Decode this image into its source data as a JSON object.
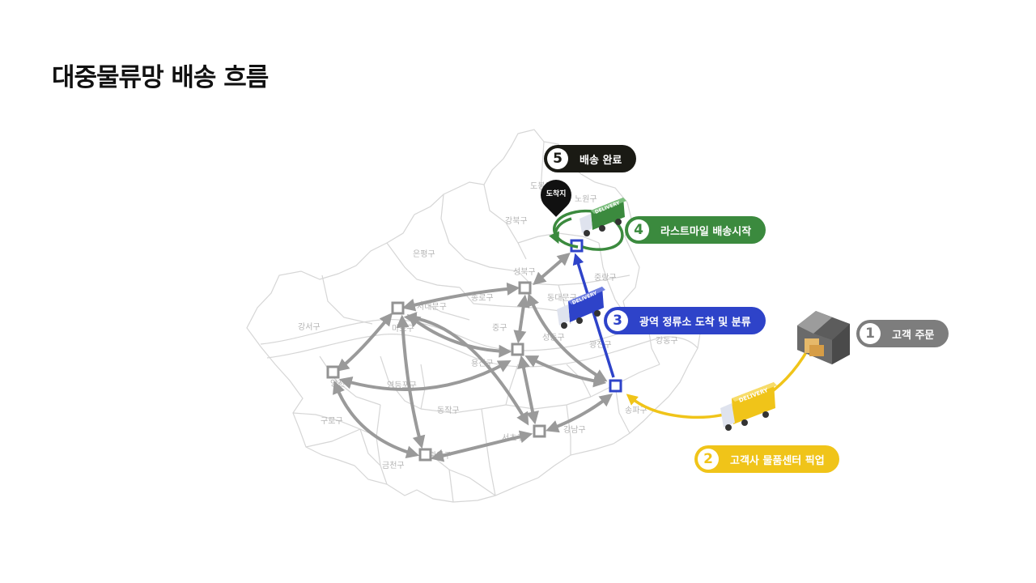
{
  "title": "대중물류망 배송 흐름",
  "colors": {
    "step1": "#7d7d7d",
    "step2": "#f0c419",
    "step3": "#2e43c9",
    "step4": "#3b8a3e",
    "step5": "#1a1a14",
    "network": "#9a9a9a",
    "map_lines": "#d6d6d6"
  },
  "steps": [
    {
      "num": "1",
      "label": "고객 주문"
    },
    {
      "num": "2",
      "label": "고객사 물품센터 픽업"
    },
    {
      "num": "3",
      "label": "광역 정류소 도착 및 분류"
    },
    {
      "num": "4",
      "label": "라스트마일 배송시작"
    },
    {
      "num": "5",
      "label": "배송 완료"
    }
  ],
  "destination_pin": "도착지",
  "truck_text": "DELIVERY",
  "districts": [
    "도봉구",
    "노원구",
    "강북구",
    "은평구",
    "성북구",
    "중랑구",
    "동대문구",
    "종로구",
    "서대문구",
    "마포구",
    "중구",
    "강서구",
    "용산구",
    "성동구",
    "광진구",
    "강동구",
    "양천구",
    "영등포구",
    "동작구",
    "구로구",
    "서초구",
    "강남구",
    "송파구",
    "금천구",
    "관악구"
  ],
  "icons": [
    "warehouse-icon",
    "truck-icon",
    "location-pin-icon"
  ]
}
